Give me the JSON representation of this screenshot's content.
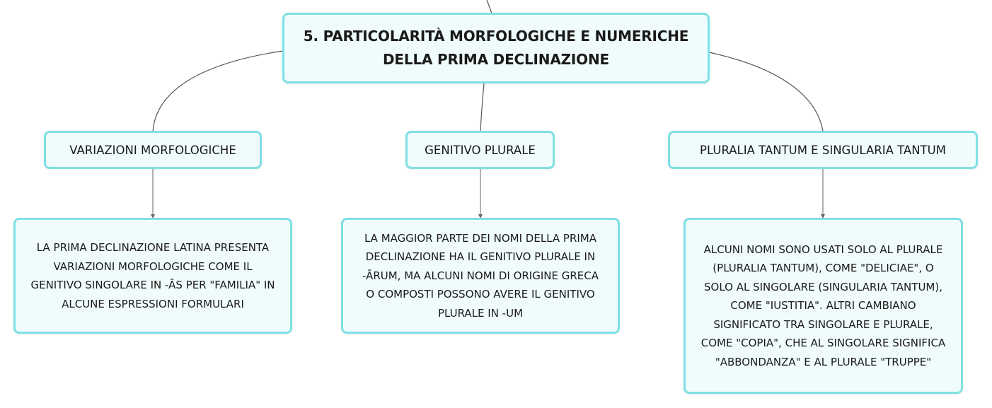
{
  "root": {
    "title_line1": "5. PARTICOLARITÀ MORFOLOGICHE E NUMERICHE",
    "title_line2": "DELLA PRIMA DECLINAZIONE"
  },
  "branches": [
    {
      "label": "VARIAZIONI MORFOLOGICHE",
      "detail_lines": [
        "LA PRIMA DECLINAZIONE LATINA PRESENTA",
        "VARIAZIONI MORFOLOGICHE COME IL",
        "GENITIVO SINGOLARE IN -ĀS PER \"FAMILIA\" IN",
        "ALCUNE ESPRESSIONI FORMULARI"
      ]
    },
    {
      "label": "GENITIVO PLURALE",
      "detail_lines": [
        "LA MAGGIOR PARTE DEI NOMI DELLA PRIMA",
        "DECLINAZIONE HA IL GENITIVO PLURALE IN",
        "-ĀRUM, MA ALCUNI NOMI DI ORIGINE GRECA",
        "O COMPOSTI POSSONO AVERE IL GENITIVO",
        "PLURALE IN -UM"
      ]
    },
    {
      "label": "PLURALIA TANTUM E SINGULARIA TANTUM",
      "detail_lines": [
        "ALCUNI NOMI SONO USATI SOLO AL PLURALE",
        "(PLURALIA TANTUM), COME \"DELICIAE\", O",
        "SOLO AL SINGOLARE (SINGULARIA TANTUM),",
        "COME \"IUSTITIA\". ALTRI CAMBIANO",
        "SIGNIFICATO TRA SINGOLARE E PLURALE,",
        "COME \"COPIA\", CHE AL SINGOLARE SIGNIFICA",
        "\"ABBONDANZA\" E AL PLURALE \"TRUPPE\""
      ]
    }
  ],
  "colors": {
    "node_border": "#7fe0e4",
    "node_fill": "#f0fcfc",
    "connector": "#555555",
    "text": "#1a1a1a"
  }
}
